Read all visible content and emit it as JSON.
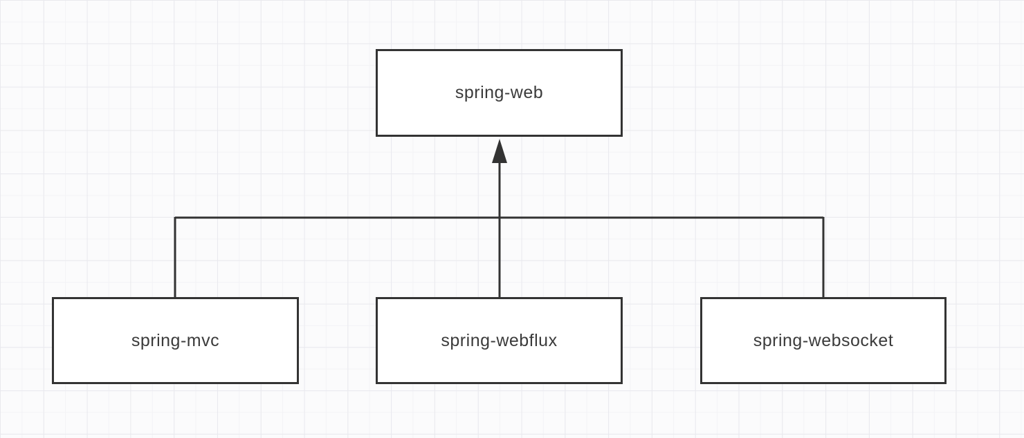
{
  "diagram": {
    "type": "flowchart",
    "nodes": [
      {
        "id": "spring-web",
        "label": "spring-web"
      },
      {
        "id": "spring-mvc",
        "label": "spring-mvc"
      },
      {
        "id": "spring-webflux",
        "label": "spring-webflux"
      },
      {
        "id": "spring-websocket",
        "label": "spring-websocket"
      }
    ],
    "edges": [
      {
        "from": "spring-mvc",
        "to": "spring-web",
        "arrowhead": false
      },
      {
        "from": "spring-webflux",
        "to": "spring-web",
        "arrowhead": true
      },
      {
        "from": "spring-websocket",
        "to": "spring-web",
        "arrowhead": false
      }
    ],
    "colors": {
      "line_color": "#333333",
      "text_color": "#3b3b3b",
      "box_fill": "#ffffff",
      "canvas_bg": "#fbfbfc",
      "grid_minor": "#f3f3f6",
      "grid_major": "#e9e9ee"
    }
  }
}
